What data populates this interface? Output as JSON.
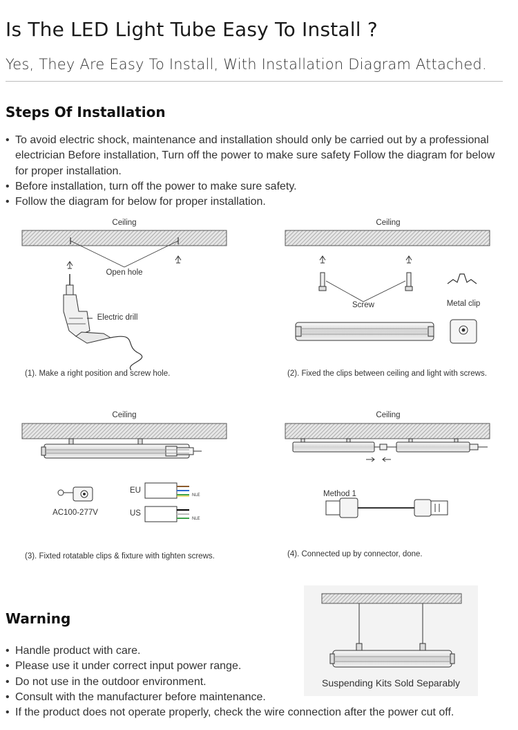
{
  "header": {
    "title": "Is The LED Light Tube Easy To Install ?",
    "subtitle": "Yes, They Are Easy To Install, With Installation Diagram Attached."
  },
  "steps": {
    "heading": "Steps Of Installation",
    "bullets": [
      "To avoid electric shock, maintenance and installation should only be carried out by a professional electrician Before installation, Turn off the power to make sure safety Follow the diagram for below for proper installation.",
      "Before installation, turn off the power to make sure safety.",
      "Follow the diagram for below for proper installation."
    ]
  },
  "diagrams": {
    "d1": {
      "ceiling": "Ceiling",
      "open_hole": "Open hole",
      "drill": "Electric drill",
      "caption": "(1). Make a right position and screw hole."
    },
    "d2": {
      "ceiling": "Ceiling",
      "screw": "Screw",
      "metal_clip": "Metal clip",
      "caption": "(2). Fixed the clips between ceiling and light with screws."
    },
    "d3": {
      "ceiling": "Ceiling",
      "voltage": "AC100-277V",
      "eu": "EU",
      "us": "US",
      "caption": "(3). Fixted rotatable clips & fixture with tighten screws."
    },
    "d4": {
      "ceiling": "Ceiling",
      "method": "Method 1",
      "caption": "(4). Connected up by connector, done."
    }
  },
  "warning": {
    "heading": "Warning",
    "bullets": [
      "Handle product with care.",
      "Please use it under correct input power range.",
      "Do not use in the outdoor environment.",
      "Consult with the manufacturer before maintenance.",
      "If the product does not operate properly, check the wire connection after the power cut off."
    ],
    "kits_caption": "Suspending Kits Sold Separably"
  }
}
